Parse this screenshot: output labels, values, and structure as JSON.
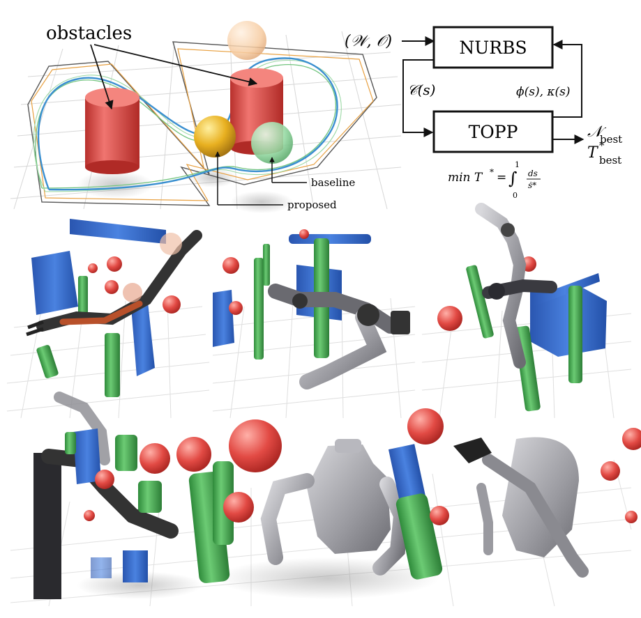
{
  "top_left_plot": {
    "obstacles_label": "obstacles",
    "baseline_label": "baseline",
    "proposed_label": "proposed"
  },
  "flow_diagram": {
    "input_label": "(𝒲, 𝒪)",
    "nurbs_label": "NURBS",
    "topp_label": "TOPP",
    "curve_label": "𝒞(s)",
    "feedback_label": "ϕ(s), κ(s)",
    "n_best_sym": "𝒩",
    "t_best_sym": "T",
    "best_sub": "best",
    "t_star": "*",
    "objective_min": "min T",
    "objective_star": "*",
    "objective_eq": "=",
    "int_upper": "1",
    "int_lower": "0",
    "frac_num": "ds",
    "frac_den": "ṡ*"
  },
  "colors": {
    "obstacle_red": "#d9534f",
    "obstacle_blue": "#3b6fd1",
    "obstacle_green": "#4caf50",
    "proposed_yellow": "#e8b020",
    "baseline_green": "#8fd19e",
    "ghost_orange": "#f5c89a",
    "path_blue": "#3a8fd0",
    "path_orange": "#e8a040",
    "grid": "#d8d8d8"
  }
}
